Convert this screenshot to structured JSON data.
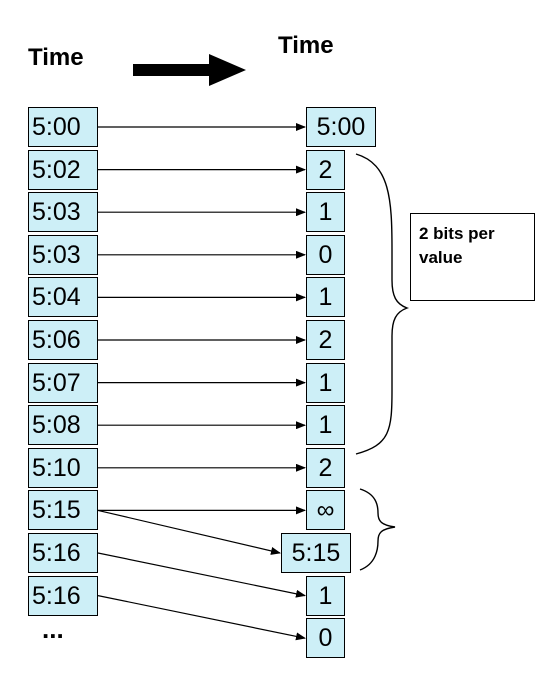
{
  "headers": {
    "left": "Time",
    "right": "Time"
  },
  "left_column": [
    "5:00",
    "5:02",
    "5:03",
    "5:03",
    "5:04",
    "5:06",
    "5:07",
    "5:08",
    "5:10",
    "5:15",
    "5:16",
    "5:16"
  ],
  "left_ellipsis": "...",
  "right_column": [
    "5:00",
    "2",
    "1",
    "0",
    "1",
    "2",
    "1",
    "1",
    "2",
    "∞",
    "5:15",
    "1",
    "0"
  ],
  "annotation": {
    "text": "2 bits per value"
  },
  "connections": [
    {
      "from": 0,
      "to": 0
    },
    {
      "from": 1,
      "to": 1
    },
    {
      "from": 2,
      "to": 2
    },
    {
      "from": 3,
      "to": 3
    },
    {
      "from": 4,
      "to": 4
    },
    {
      "from": 5,
      "to": 5
    },
    {
      "from": 6,
      "to": 6
    },
    {
      "from": 7,
      "to": 7
    },
    {
      "from": 8,
      "to": 8
    },
    {
      "from": 9,
      "to": 9
    },
    {
      "from": 9,
      "to": 10
    },
    {
      "from": 10,
      "to": 11
    },
    {
      "from": 11,
      "to": 12
    }
  ]
}
